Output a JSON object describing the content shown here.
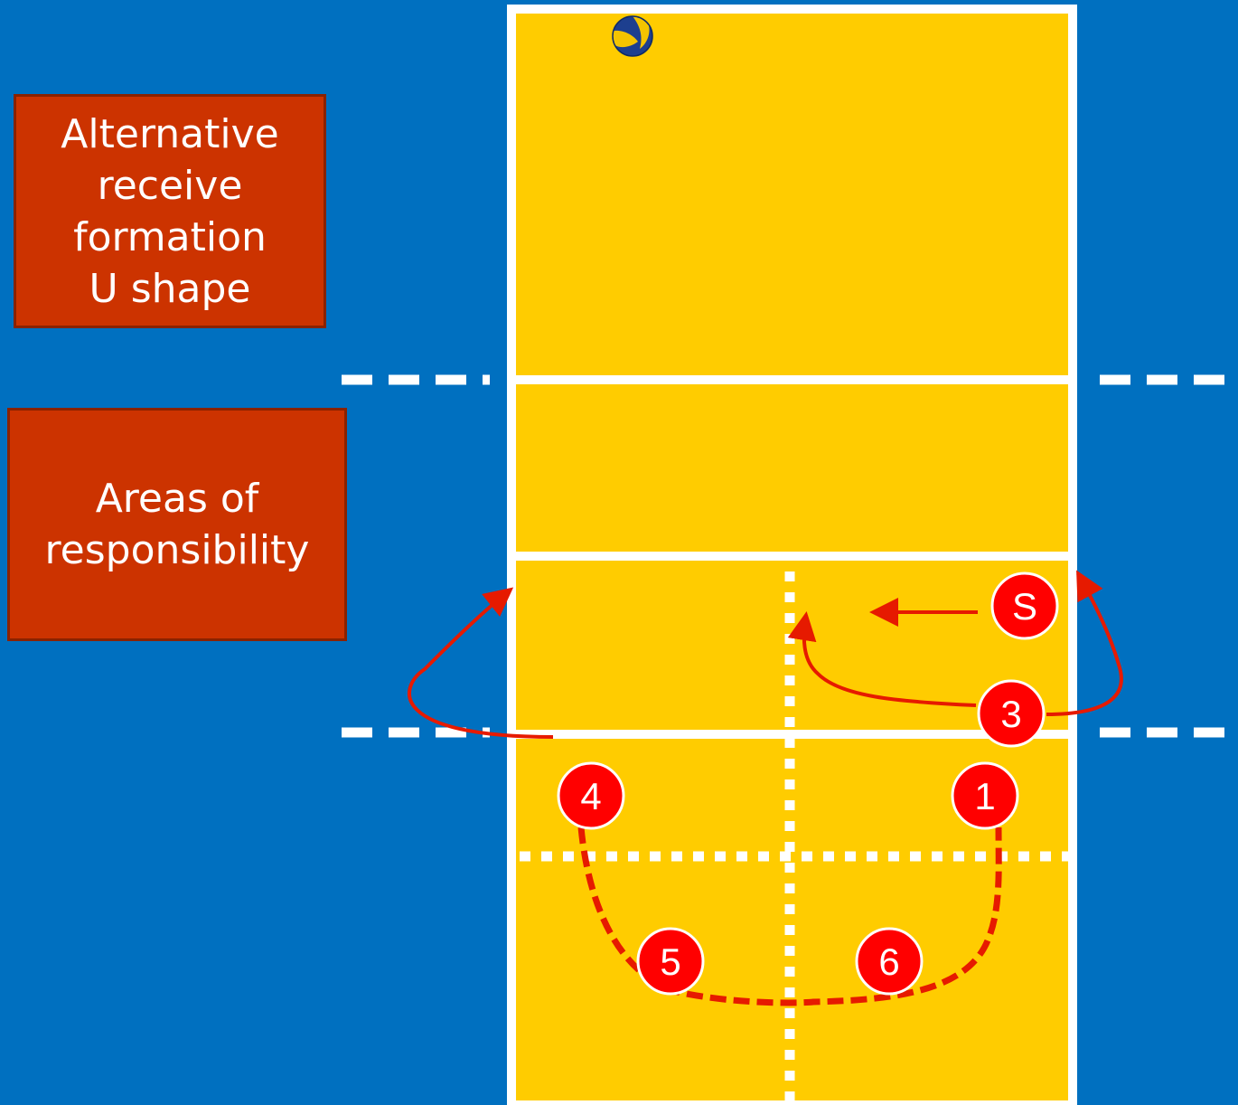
{
  "colors": {
    "background": "#0070c0",
    "court": "#ffcc00",
    "line": "#ffffff",
    "player": "#ff0000",
    "path": "#e61a00",
    "label_box": "#cc3300"
  },
  "labels": {
    "formation_title": "Alternative\nreceive\nformation\nU shape",
    "areas_title": "Areas of\nresponsibility"
  },
  "players": [
    {
      "id": "S",
      "label": "S"
    },
    {
      "id": "3",
      "label": "3"
    },
    {
      "id": "4",
      "label": "4"
    },
    {
      "id": "1",
      "label": "1"
    },
    {
      "id": "5",
      "label": "5"
    },
    {
      "id": "6",
      "label": "6"
    }
  ],
  "ball_icon": "volleyball-icon"
}
